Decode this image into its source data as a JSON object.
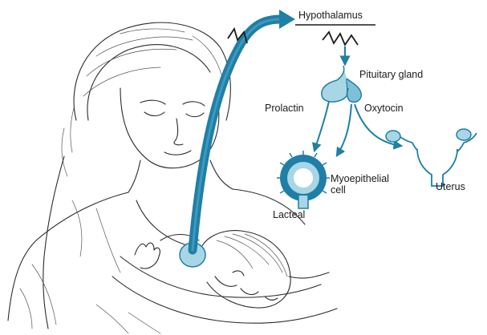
{
  "labels": {
    "hypothalamus": "Hypothalamus",
    "pituitary": "Pituitary gland",
    "prolactin": "Prolactin",
    "oxytocin": "Oxytocin",
    "myoepithelial_line1": "Myoepithelial",
    "myoepithelial_line2": "cell",
    "uterus": "Uterus",
    "lacteal": "Lacteal"
  },
  "colors": {
    "accent": "#1f7fa6",
    "light": "#a9d6e5",
    "ink": "#2b2b2b"
  }
}
